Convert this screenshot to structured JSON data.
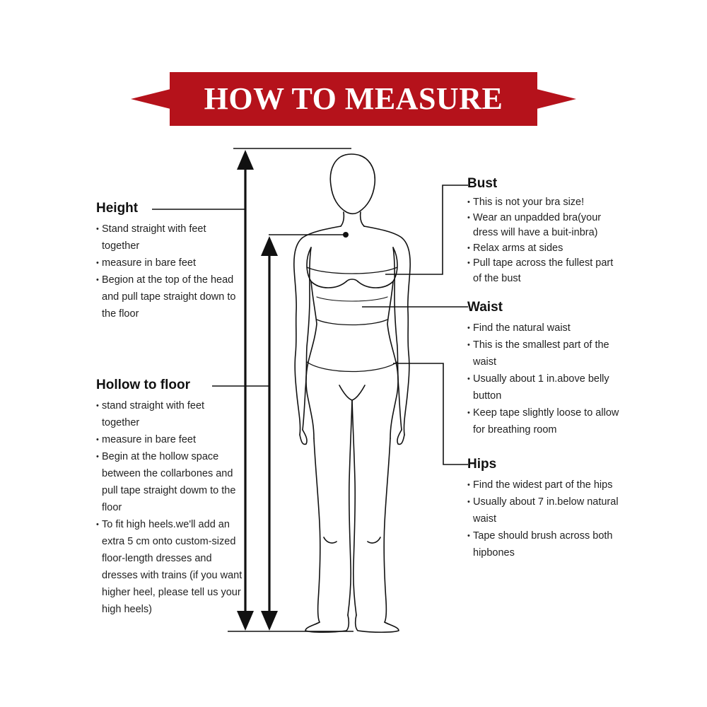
{
  "banner": {
    "title": "HOW TO MEASURE",
    "color": "#b5121b"
  },
  "sections": {
    "height": {
      "heading": "Height",
      "items": [
        "Stand straight with feet together",
        "measure in bare feet",
        "Begion at the top of the head and pull tape straight down to the floor"
      ]
    },
    "hollow": {
      "heading": "Hollow to floor",
      "items": [
        "stand straight with feet together",
        "measure in bare feet",
        "Begin at the hollow space between the collarbones and pull tape straight dowm to the floor",
        "To fit high heels.we'll add an extra 5 cm onto custom-sized floor-length dresses and dresses with trains (if you want higher heel, please tell us your high heels)"
      ]
    },
    "bust": {
      "heading": "Bust",
      "items": [
        "This is not your bra size!",
        "Wear an unpadded bra(your dress will have a buit-inbra)",
        "Relax arms at sides",
        "Pull tape across the fullest part of the bust"
      ]
    },
    "waist": {
      "heading": "Waist",
      "items": [
        "Find the natural waist",
        "This is the smallest part of the waist",
        "Usually about 1 in.above belly button",
        "Keep tape slightly loose to allow for breathing room"
      ]
    },
    "hips": {
      "heading": "Hips",
      "items": [
        "Find the widest part of the hips",
        "Usually about 7 in.below natural waist",
        "Tape should brush across both hipbones"
      ]
    }
  }
}
